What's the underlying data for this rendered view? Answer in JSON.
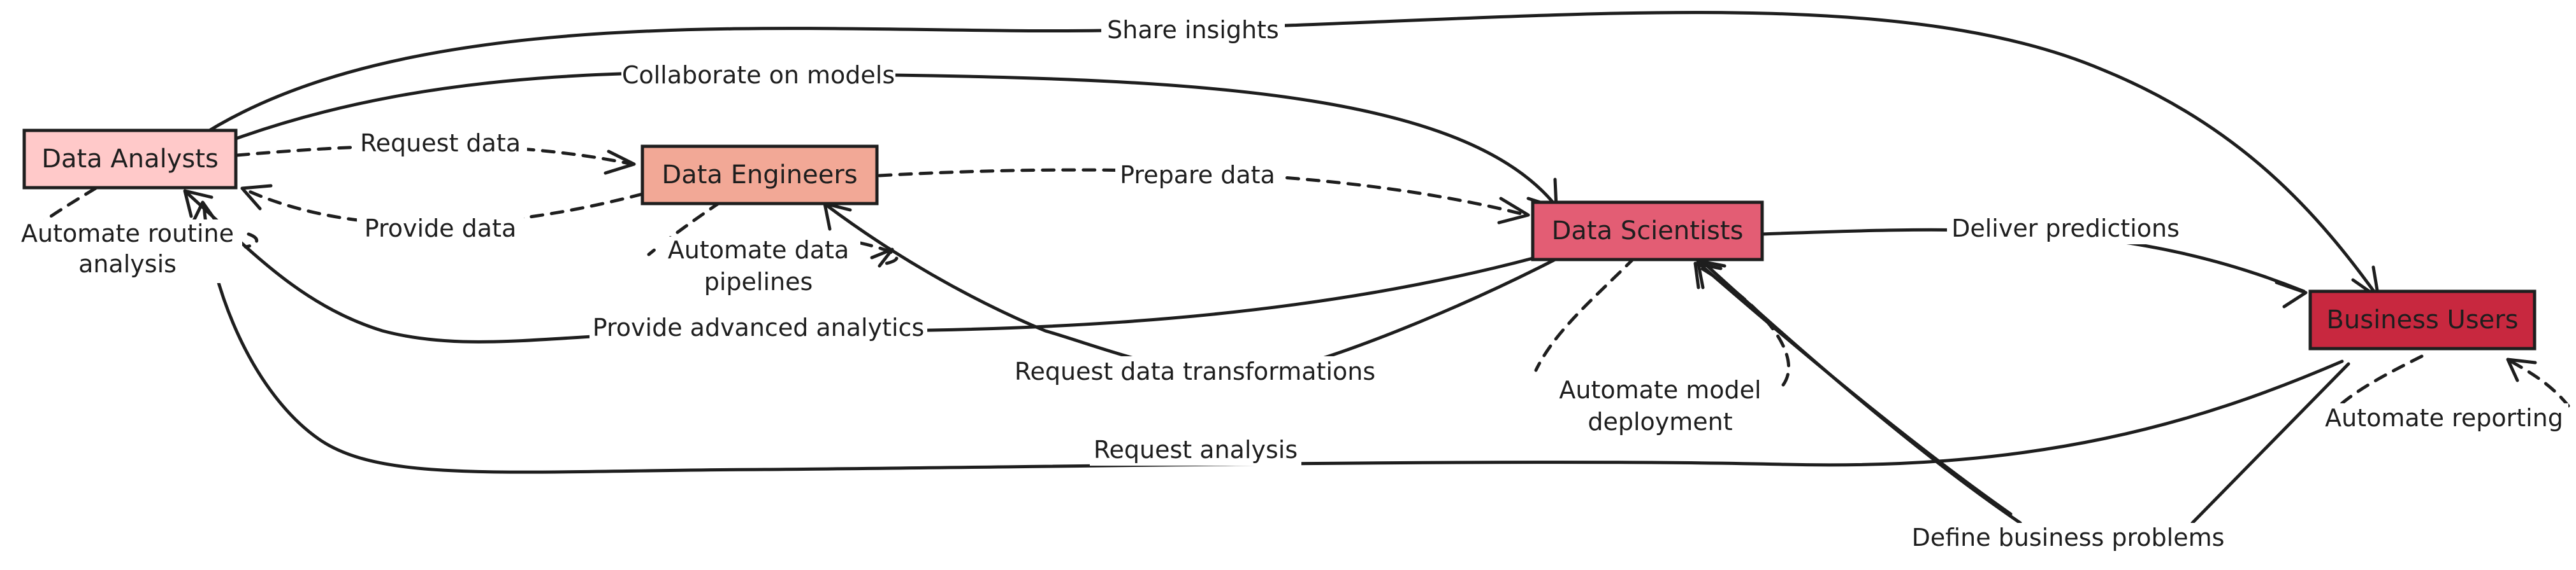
{
  "colors": {
    "stroke": "#1e1e1e",
    "data_analysts_fill": "#ffc9c9",
    "data_engineers_fill": "#f2a896",
    "data_scientists_fill": "#e35d74",
    "business_users_fill": "#c8283f"
  },
  "nodes": {
    "data_analysts": "Data Analysts",
    "data_engineers": "Data Engineers",
    "data_scientists": "Data Scientists",
    "business_users": "Business Users"
  },
  "edges": {
    "share_insights": "Share insights",
    "collaborate_on_models": "Collaborate on models",
    "request_data": "Request data",
    "provide_data": "Provide data",
    "prepare_data": "Prepare data",
    "deliver_predictions": "Deliver predictions",
    "provide_advanced_analytics": "Provide advanced analytics",
    "request_data_transformations": "Request data transformations",
    "request_analysis": "Request analysis",
    "define_business_problems": "Define business problems",
    "automate_routine_analysis": [
      "Automate routine",
      "analysis"
    ],
    "automate_data_pipelines": [
      "Automate data",
      "pipelines"
    ],
    "automate_model_deployment": [
      "Automate model",
      "deployment"
    ],
    "automate_reporting": "Automate reporting"
  }
}
